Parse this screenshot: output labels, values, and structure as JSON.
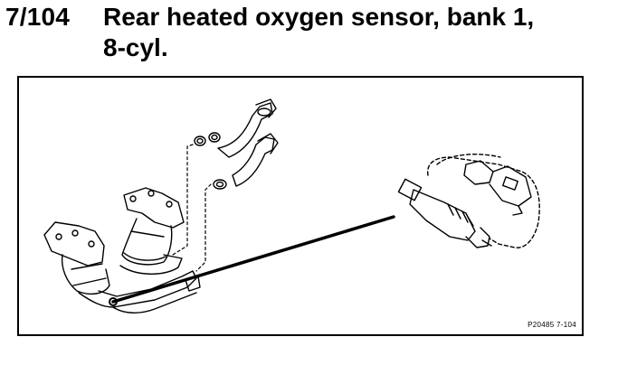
{
  "header": {
    "code": "7/104",
    "title_line1": "Rear heated oxygen sensor, bank 1,",
    "title_line2": "8-cyl."
  },
  "figure": {
    "caption": "P20485  7-104"
  }
}
